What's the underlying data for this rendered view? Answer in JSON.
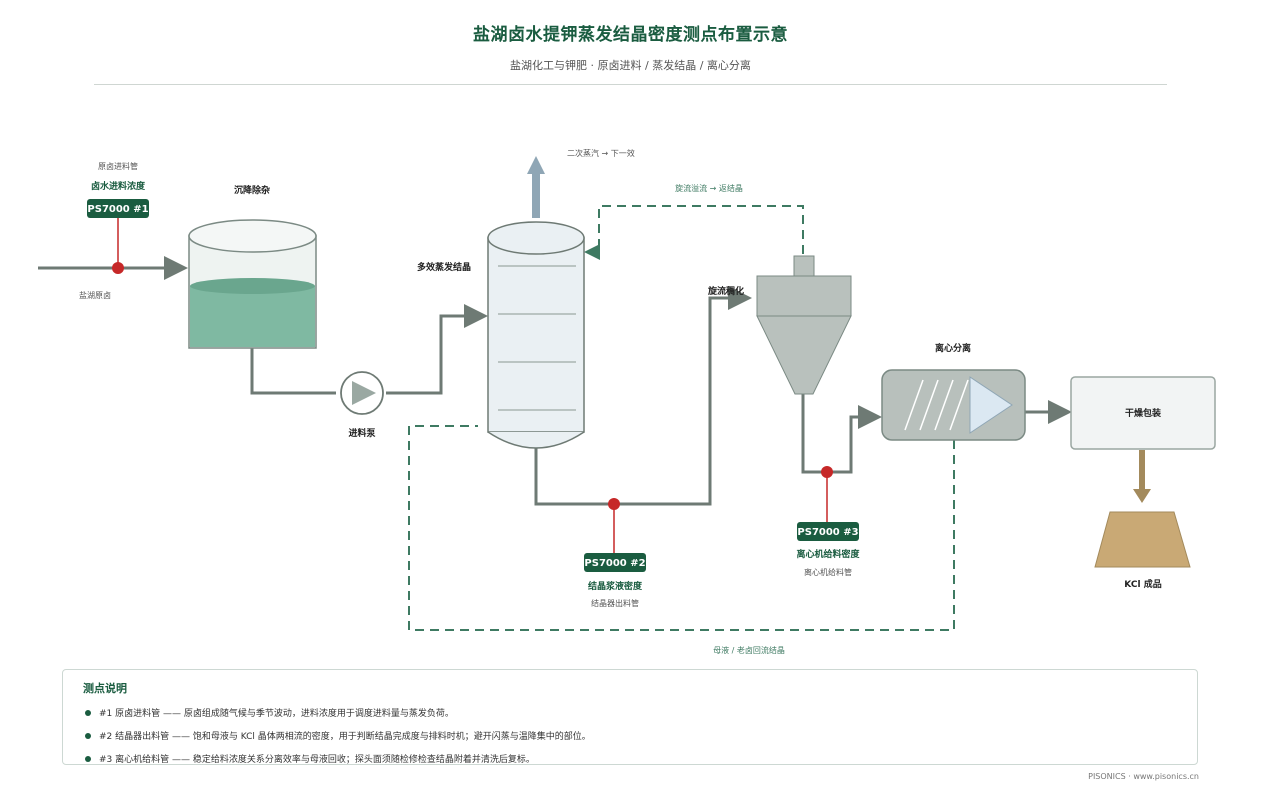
{
  "header": {
    "title": "盐湖卤水提钾蒸发结晶密度测点布置示意",
    "subtitle": "盐湖化工与钾肥 · 原卤进料 / 蒸发结晶 / 离心分离"
  },
  "colors": {
    "brand_green": "#1a5c40",
    "pipe": "#6e7a74",
    "probe_red": "#c62828",
    "dashed_return": "#3e7a62",
    "liquid": "#7fb9a2",
    "vapor": "#8fa6b5",
    "conveyor": "#a38a5c",
    "product": "#c9a975"
  },
  "diagram": {
    "feed_pipe_small": "原卤进料管",
    "feed_density_label": "卤水进料浓度",
    "raw_brine": "盐湖原卤",
    "settling_tank": "沉降除杂",
    "feed_pump": "进料泵",
    "evaporator": "多效蒸发结晶",
    "vapor": "二次蒸汽 → 下一效",
    "cyclone_return": "旋流溢流 → 返结晶",
    "cyclone": "旋流稠化",
    "centrifuge": "离心分离",
    "dryer": "干燥包装",
    "product": "KCl 成品",
    "mother_liquor": "母液 / 老卤回流结晶",
    "probes": [
      {
        "tag": "PS7000 #1"
      },
      {
        "tag": "PS7000 #2",
        "label": "结晶浆液密度",
        "sub": "结晶器出料管"
      },
      {
        "tag": "PS7000 #3",
        "label": "离心机给料密度",
        "sub": "离心机给料管"
      }
    ]
  },
  "legend": {
    "title": "测点说明",
    "items": [
      "#1 原卤进料管 —— 原卤组成随气候与季节波动，进料浓度用于调度进料量与蒸发负荷。",
      "#2 结晶器出料管 —— 饱和母液与 KCl 晶体两相流的密度，用于判断结晶完成度与排料时机；避开闪蒸与温降集中的部位。",
      "#3 离心机给料管 —— 稳定给料浓度关系分离效率与母液回收；探头面须随检修检查结晶附着并清洗后复标。"
    ]
  },
  "footer": "PISONICS  ·  www.pisonics.cn"
}
